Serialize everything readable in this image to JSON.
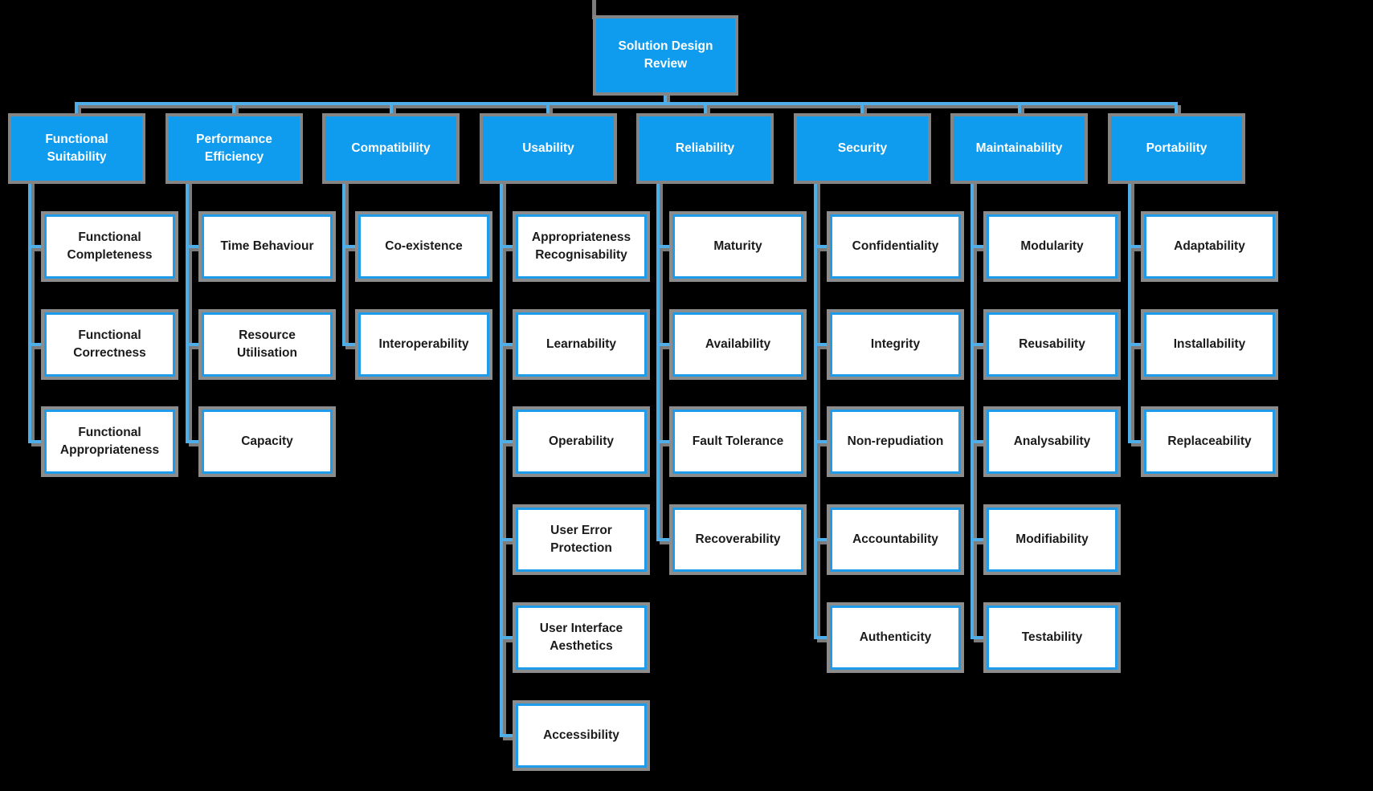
{
  "title": "Solution Design Review",
  "colors": {
    "background": "#000000",
    "node_fill_blue": "#0f9bee",
    "child_border_blue": "#1e9be9",
    "child_fill": "#ffffff",
    "connector_blue": "#4faee8",
    "connector_shadow_gray": "#7c7c7c",
    "parent_text": "#ffffff",
    "child_text": "#1b1b1b"
  },
  "tree": {
    "root": "Solution Design Review",
    "branches": [
      {
        "label": "Functional Suitability",
        "children": [
          "Functional Completeness",
          "Functional Correctness",
          "Functional Appropriateness"
        ]
      },
      {
        "label": "Performance Efficiency",
        "children": [
          "Time Behaviour",
          "Resource Utilisation",
          "Capacity"
        ]
      },
      {
        "label": "Compatibility",
        "children": [
          "Co-existence",
          "Interoperability"
        ]
      },
      {
        "label": "Usability",
        "children": [
          "Appropriateness Recognisability",
          "Learnability",
          "Operability",
          "User Error Protection",
          "User Interface Aesthetics",
          "Accessibility"
        ]
      },
      {
        "label": "Reliability",
        "children": [
          "Maturity",
          "Availability",
          "Fault Tolerance",
          "Recoverability"
        ]
      },
      {
        "label": "Security",
        "children": [
          "Confidentiality",
          "Integrity",
          "Non-repudiation",
          "Accountability",
          "Authenticity"
        ]
      },
      {
        "label": "Maintainability",
        "children": [
          "Modularity",
          "Reusability",
          "Analysability",
          "Modifiability",
          "Testability"
        ]
      },
      {
        "label": "Portability",
        "children": [
          "Adaptability",
          "Installability",
          "Replaceability"
        ]
      }
    ]
  }
}
